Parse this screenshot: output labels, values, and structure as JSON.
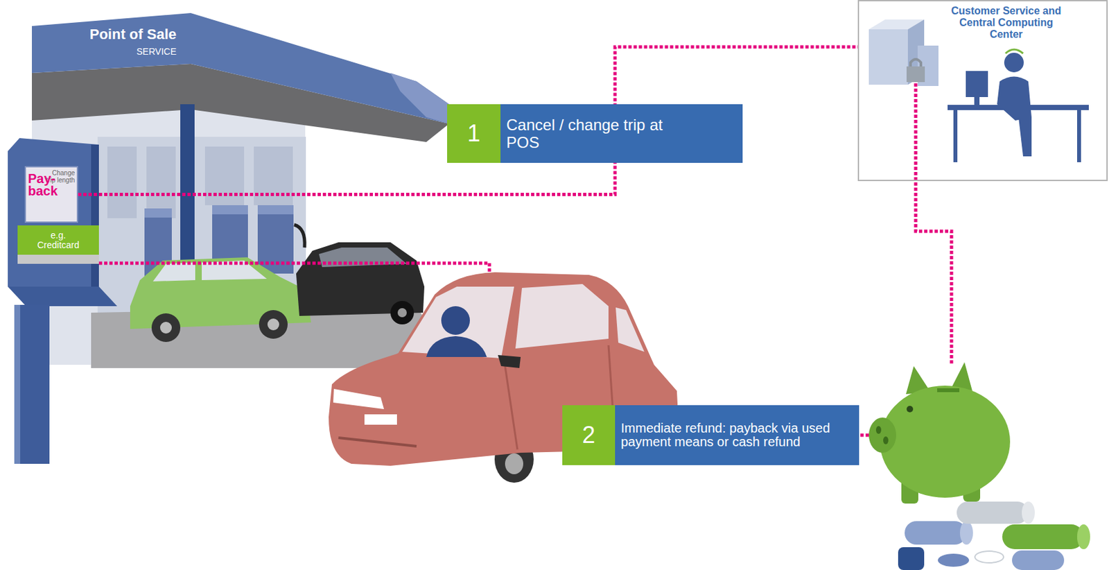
{
  "diagram": {
    "nodes": [
      {
        "text": [
          "Point of Sale",
          "SERVICE"
        ]
      },
      {
        "text": [
          "Change trip length",
          "Pay-back"
        ]
      },
      {
        "text": [
          "e.g. Creditcard"
        ]
      },
      {
        "text": [
          "1"
        ]
      },
      {
        "text": [
          "Cancel / change trip at POS"
        ]
      },
      {
        "text": [
          "Customer Service and Central Computing Center"
        ]
      },
      {
        "text": [
          "2"
        ]
      },
      {
        "text": [
          "Immediate refund: payback via used payment means or cash refund"
        ]
      }
    ],
    "edges": [
      {
        "from": 1,
        "to": 5,
        "arrow": "none"
      }
    ]
  }
}
